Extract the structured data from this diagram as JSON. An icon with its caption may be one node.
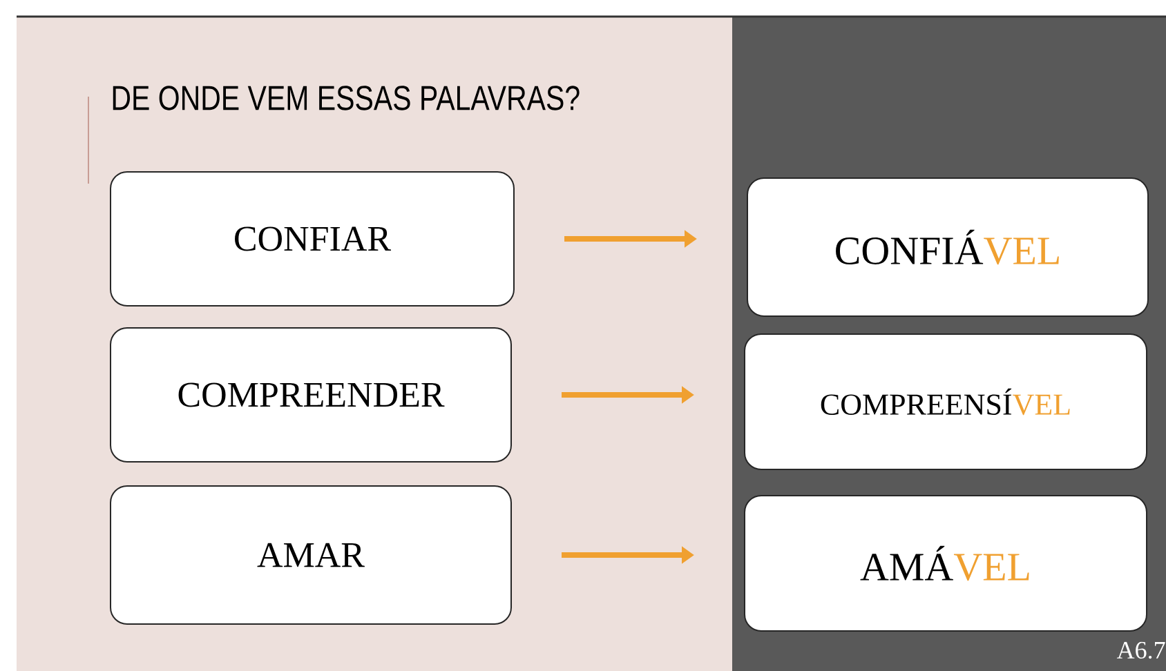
{
  "diagram": {
    "title": "DE ONDE VEM ESSAS PALAVRAS?",
    "nodes": [
      {
        "text": [
          "CONFIAR"
        ]
      },
      {
        "text": [
          "COMPREENDER"
        ]
      },
      {
        "text": [
          "AMAR"
        ]
      },
      {
        "text": [
          "CONFIÁ",
          "VEL"
        ]
      },
      {
        "text": [
          "COMPREENSÍ",
          "VEL"
        ]
      },
      {
        "text": [
          "AMÁ",
          "VEL"
        ]
      }
    ],
    "edges": [
      {
        "from": 0,
        "to": 3,
        "arrow": "to"
      },
      {
        "from": 1,
        "to": 4,
        "arrow": "to"
      },
      {
        "from": 2,
        "to": 5,
        "arrow": "to"
      }
    ],
    "labels": [
      "A6.7"
    ]
  }
}
